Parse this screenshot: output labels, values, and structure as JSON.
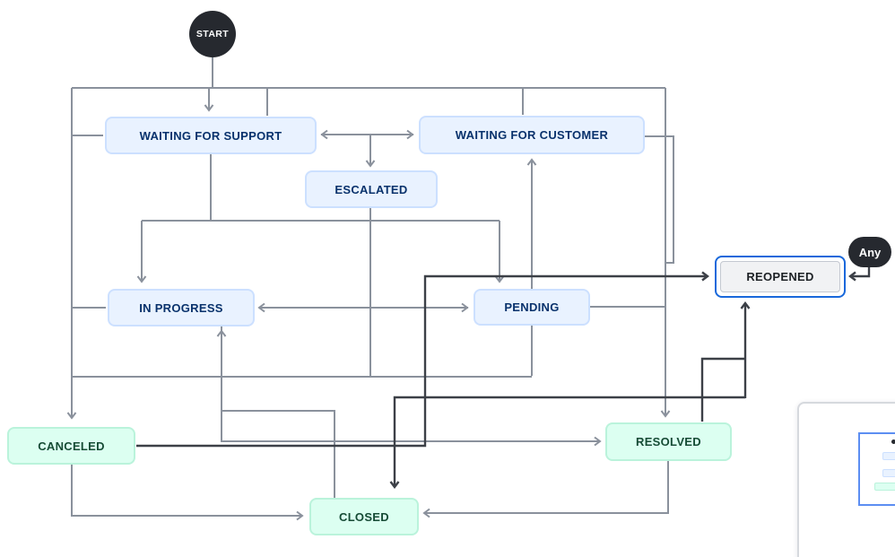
{
  "diagram": {
    "start_label": "START",
    "any_badge_label": "Any",
    "nodes": [
      {
        "id": "waiting-for-support",
        "label": "WAITING FOR SUPPORT",
        "category": "in-progress"
      },
      {
        "id": "waiting-for-customer",
        "label": "WAITING FOR CUSTOMER",
        "category": "in-progress"
      },
      {
        "id": "escalated",
        "label": "ESCALATED",
        "category": "in-progress"
      },
      {
        "id": "in-progress",
        "label": "IN PROGRESS",
        "category": "in-progress"
      },
      {
        "id": "pending",
        "label": "PENDING",
        "category": "in-progress"
      },
      {
        "id": "reopened",
        "label": "REOPENED",
        "category": "selected"
      },
      {
        "id": "canceled",
        "label": "CANCELED",
        "category": "done"
      },
      {
        "id": "resolved",
        "label": "RESOLVED",
        "category": "done"
      },
      {
        "id": "closed",
        "label": "CLOSED",
        "category": "done"
      }
    ],
    "transitions": [
      {
        "from": "start",
        "to": "waiting-for-support",
        "emphasized": false
      },
      {
        "from": "waiting-for-support",
        "to": "waiting-for-customer",
        "emphasized": false,
        "bidirectional": true
      },
      {
        "from": "waiting-for-support",
        "to": "escalated",
        "emphasized": false
      },
      {
        "from": "waiting-for-support",
        "to": "in-progress",
        "emphasized": false
      },
      {
        "from": "waiting-for-support",
        "to": "pending",
        "emphasized": false
      },
      {
        "from": "pending",
        "to": "waiting-for-customer",
        "emphasized": false
      },
      {
        "from": "in-progress",
        "to": "pending",
        "emphasized": false,
        "bidirectional": true
      },
      {
        "from": "in-progress",
        "to": "resolved",
        "emphasized": false
      },
      {
        "from": "closed",
        "to": "in-progress",
        "emphasized": false
      },
      {
        "from": "escalated",
        "to": "canceled",
        "emphasized": false
      },
      {
        "from": "pending",
        "to": "canceled",
        "emphasized": false
      },
      {
        "from": "waiting-for-customer",
        "to": "resolved",
        "emphasized": false
      },
      {
        "from": "pending",
        "to": "resolved",
        "emphasized": false
      },
      {
        "from": "canceled",
        "to": "closed",
        "emphasized": false
      },
      {
        "from": "resolved",
        "to": "closed",
        "emphasized": false
      },
      {
        "from": "any",
        "to": "reopened",
        "emphasized": true
      },
      {
        "from": "canceled",
        "to": "reopened",
        "emphasized": true
      },
      {
        "from": "resolved",
        "to": "reopened",
        "emphasized": true
      },
      {
        "from": "reopened",
        "to": "closed",
        "emphasized": true
      }
    ]
  },
  "colors": {
    "canvas_bg": "#ffffff",
    "edge_gray": "#8A919C",
    "edge_dark": "#3C4047",
    "node_blue_bg": "#E9F2FF",
    "node_blue_border": "#CCE0FF",
    "node_blue_text": "#09326C",
    "node_green_bg": "#DCFFF1",
    "node_green_border": "#BAF3DB",
    "node_green_text": "#164B35",
    "selected_border": "#1868DB",
    "selected_inner_bg": "#F1F2F4",
    "selected_inner_border": "#C4C9D1",
    "selected_text": "#1D2125",
    "dark_chip": "#26292F",
    "minimap_border": "#D6D9DE",
    "viewport_border": "#5C8EF2"
  }
}
